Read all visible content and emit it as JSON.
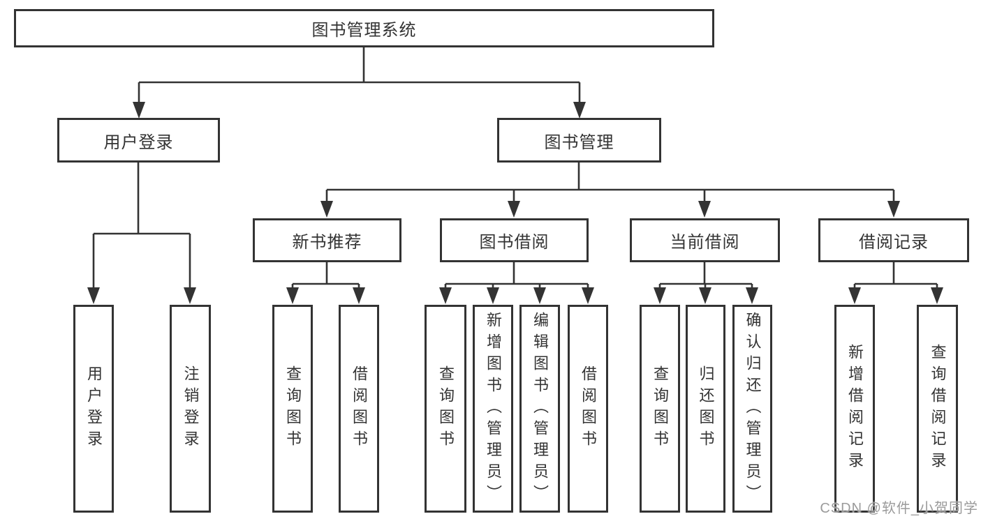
{
  "diagram_title": "图书管理系统",
  "colors": {
    "ink": "#333333",
    "background": "#ffffff",
    "watermark_gray": "#9b9b9b"
  },
  "watermark": {
    "text": "CSDN @软件_小贺同学"
  },
  "tree": {
    "root": "图书管理系统",
    "branches": [
      {
        "label": "用户登录",
        "children": [
          "用户登录",
          "注销登录"
        ]
      },
      {
        "label": "图书管理",
        "groups": [
          {
            "label": "新书推荐",
            "children": [
              "查询图书",
              "借阅图书"
            ]
          },
          {
            "label": "图书借阅",
            "children": [
              "查询图书",
              "新增图书（管理员）",
              "编辑图书（管理员）",
              "借阅图书"
            ]
          },
          {
            "label": "当前借阅",
            "children": [
              "查询图书",
              "归还图书",
              "确认归还（管理员）"
            ]
          },
          {
            "label": "借阅记录",
            "children": [
              "新增借阅记录",
              "查询借阅记录"
            ]
          }
        ]
      }
    ]
  }
}
